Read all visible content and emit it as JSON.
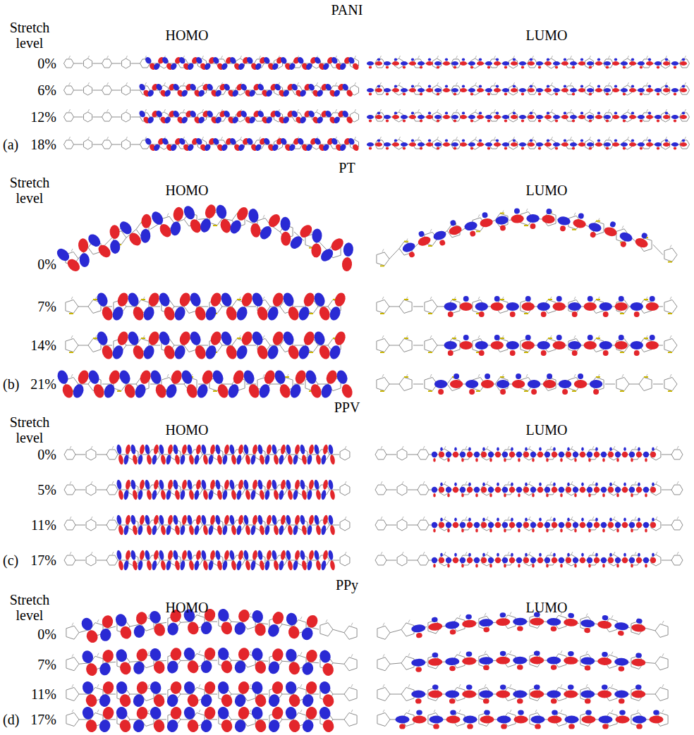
{
  "diagram": {
    "labels": [
      "PANI",
      "Stretch level",
      "HOMO",
      "LUMO",
      "0%",
      "6%",
      "12%",
      "(a)",
      "18%",
      "PT",
      "Stretch level",
      "HOMO",
      "LUMO",
      "0%",
      "7%",
      "14%",
      "(b)",
      "21%",
      "PPV",
      "Stretch level",
      "HOMO",
      "LUMO",
      "0%",
      "5%",
      "11%",
      "(c)",
      "17%",
      "PPy",
      "Stretch level",
      "HOMO",
      "LUMO",
      "0%",
      "7%",
      "11%",
      "(d)",
      "17%"
    ]
  }
}
